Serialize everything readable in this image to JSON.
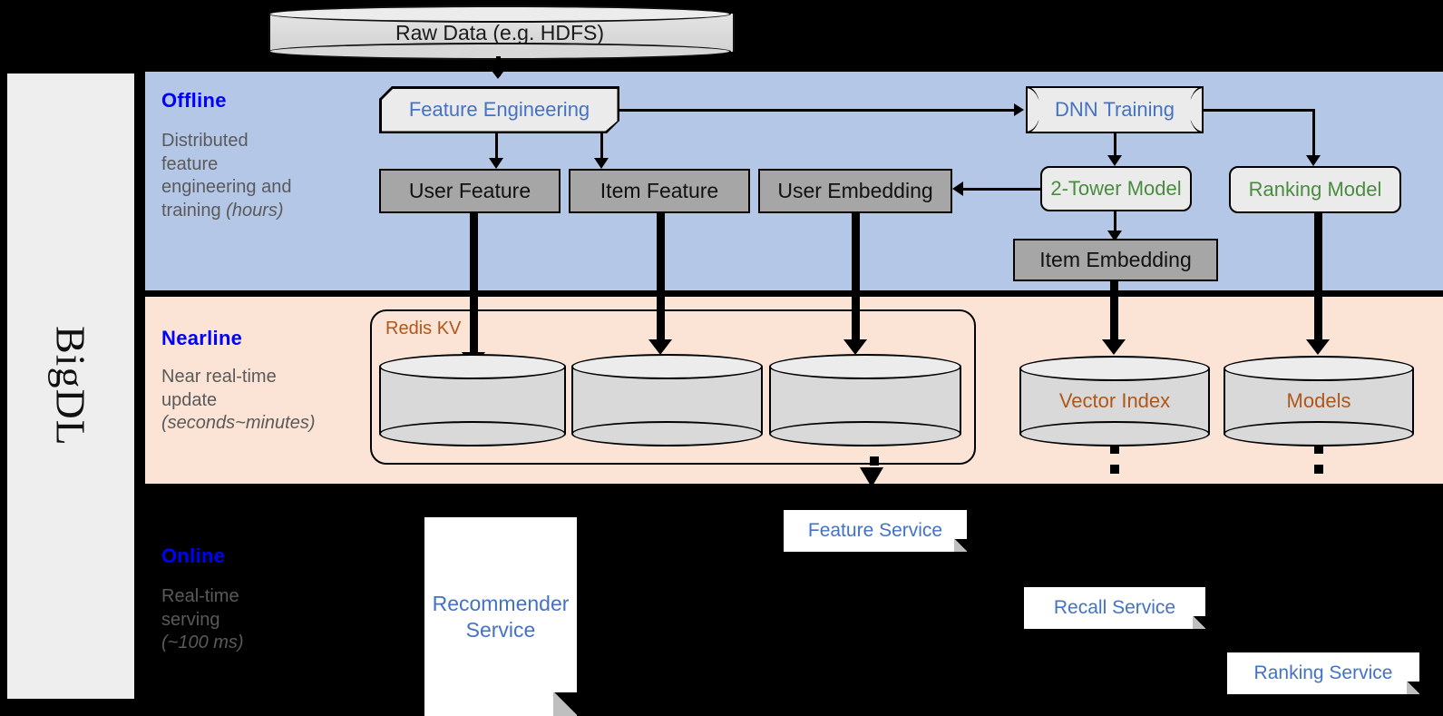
{
  "diagram": {
    "platform_label": "BigDL",
    "top_source": {
      "label": "Raw Data (e.g. HDFS)"
    },
    "bands": [
      {
        "id": "offline",
        "title": "Offline",
        "desc_line1": "Distributed",
        "desc_line2": "feature",
        "desc_line3": "engineering and",
        "desc_line4": "training ",
        "desc_italic": "(hours)",
        "bg": "#b4c7e7"
      },
      {
        "id": "nearline",
        "title": "Nearline",
        "desc_line1": "Near real-time",
        "desc_line2": "update",
        "desc_italic": "(seconds~minutes)",
        "bg": "#fbe4d5"
      },
      {
        "id": "online",
        "title": "Online",
        "desc_line1": "Real-time",
        "desc_line2": "serving",
        "desc_italic": "(~100 ms)",
        "bg": "#000000"
      }
    ],
    "offline_nodes": {
      "feature_engineering": "Feature Engineering",
      "dnn_training": "DNN Training",
      "user_feature": "User Feature",
      "item_feature": "Item Feature",
      "user_embedding": "User Embedding",
      "two_tower_model": "2-Tower Model",
      "ranking_model": "Ranking Model",
      "item_embedding": "Item Embedding"
    },
    "nearline_nodes": {
      "redis_group": "Redis KV",
      "store_user_feature": "",
      "store_item_feature": "",
      "store_user_embedding": "",
      "vector_index": "Vector Index",
      "models": "Models"
    },
    "online_nodes": {
      "recommender_service": "Recommender\nService",
      "recommender_service_l1": "Recommender",
      "recommender_service_l2": "Service",
      "feature_service": "Feature Service",
      "recall_service": "Recall Service",
      "ranking_service": "Ranking Service"
    },
    "colors": {
      "title_blue": "#0000ff",
      "node_blue": "#4472c4",
      "node_green": "#4a8c3f",
      "node_orange": "#b1561a",
      "desc_gray": "#5a5a5a",
      "gray_box": "#a6a6a6",
      "light_box": "#ebebeb",
      "offline_band": "#b4c7e7",
      "nearline_band": "#fbe4d5",
      "sidebar": "#eeeeee"
    }
  }
}
